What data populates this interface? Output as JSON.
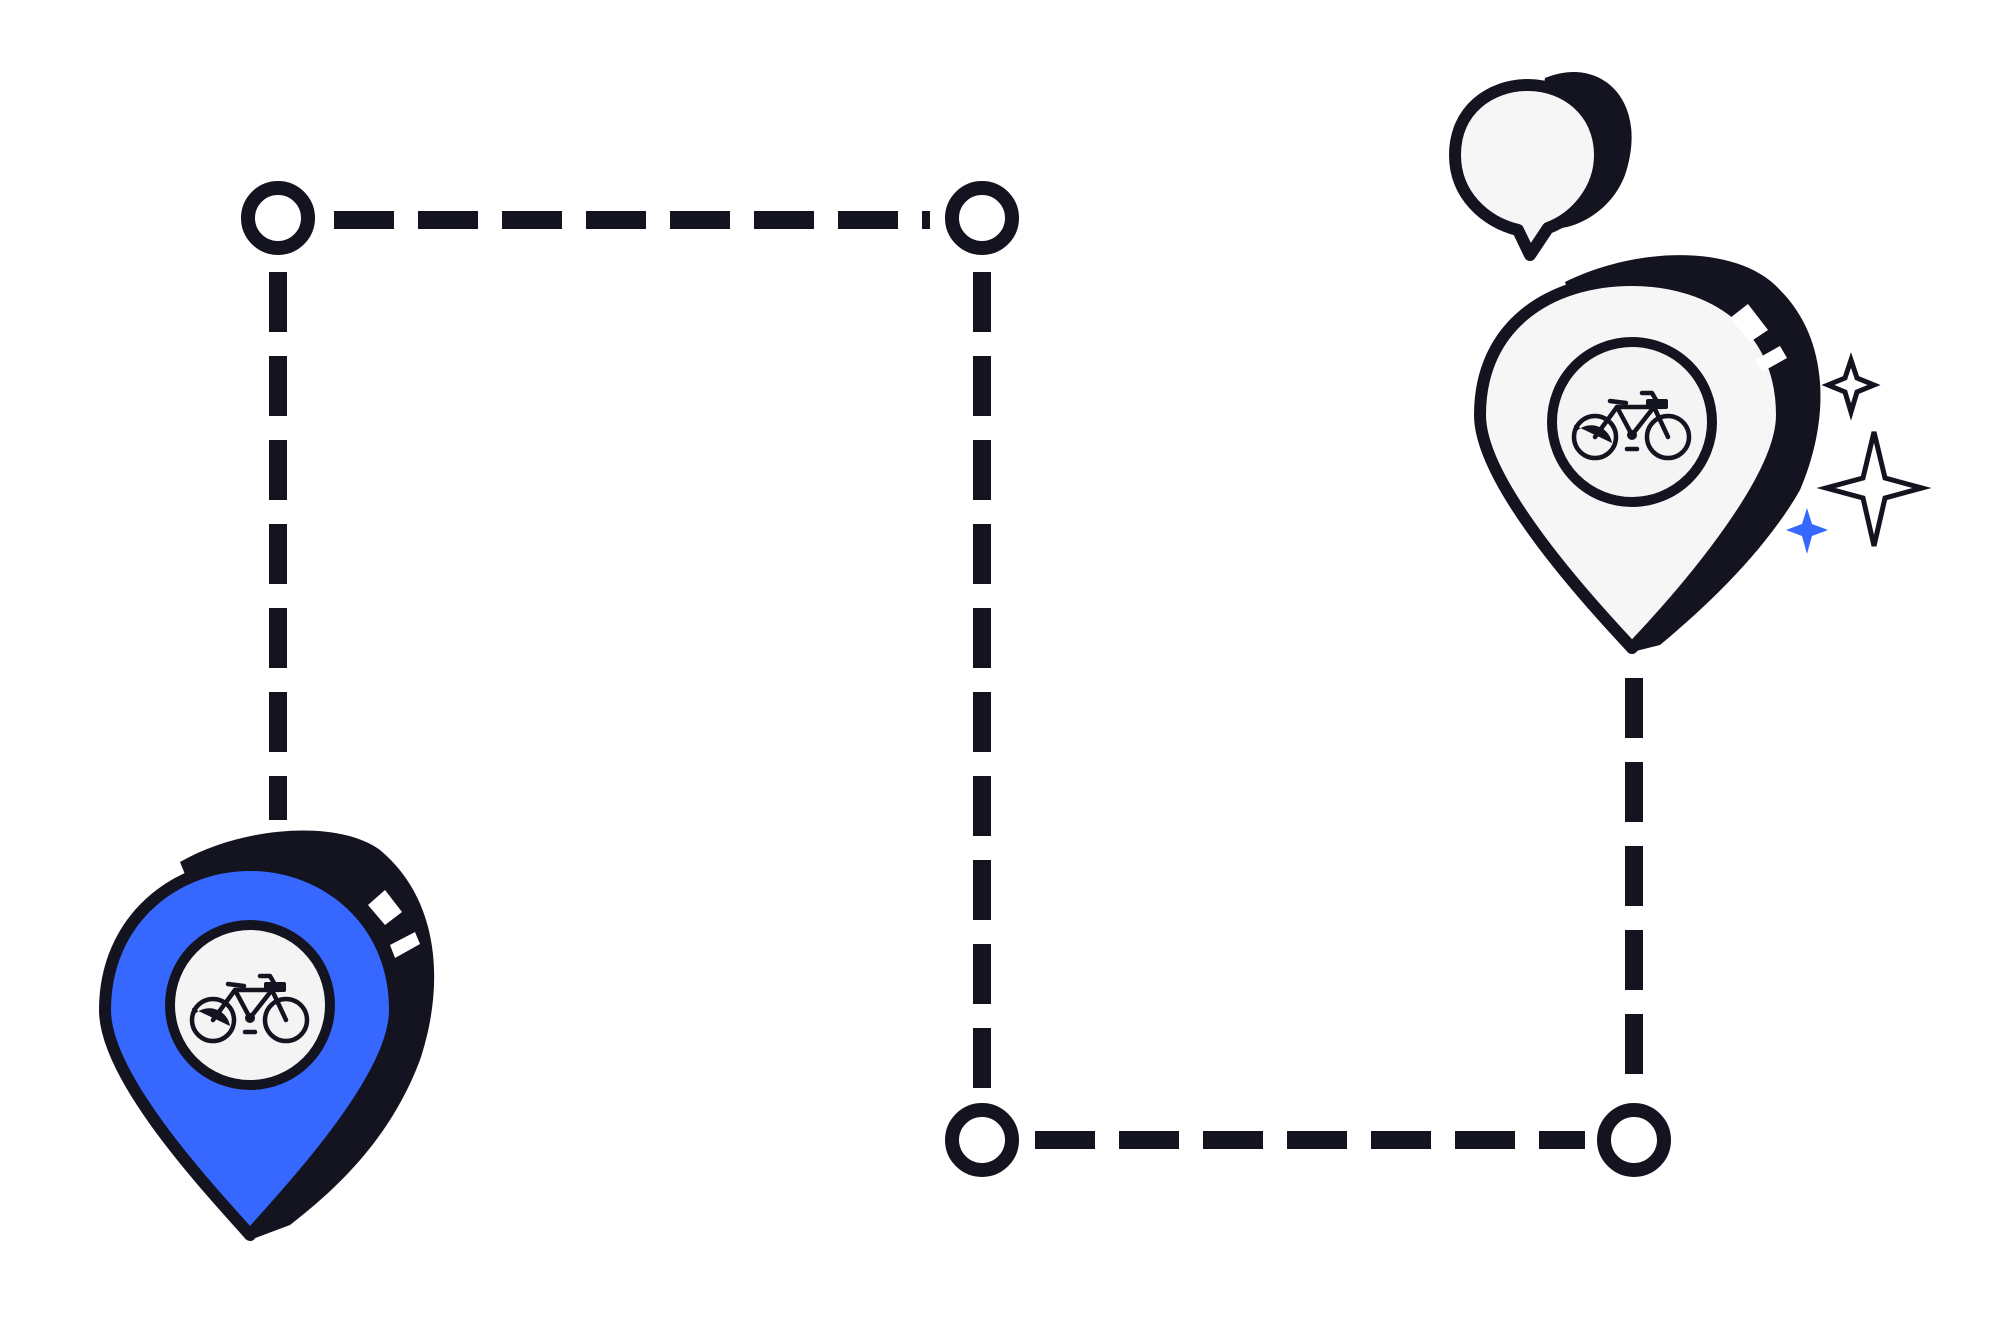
{
  "illustration": {
    "subject": "bike-ride-route",
    "start_marker": {
      "icon": "bicycle-icon",
      "fill": "#3668ff",
      "variant": "filled"
    },
    "end_marker": {
      "icon": "bicycle-icon",
      "fill": "#f6f6f6",
      "variant": "outlined"
    },
    "speech_bubble": {
      "fill": "#f6f6f6"
    },
    "sparkles": {
      "colors": [
        "#141420",
        "#3668ff"
      ]
    }
  },
  "colors": {
    "background": "#ffffff",
    "outline": "#141420",
    "route": "#141420",
    "accent_blue": "#3668ff",
    "pin_light": "#f6f6f6",
    "inner_circle": "#f4f4f4"
  }
}
